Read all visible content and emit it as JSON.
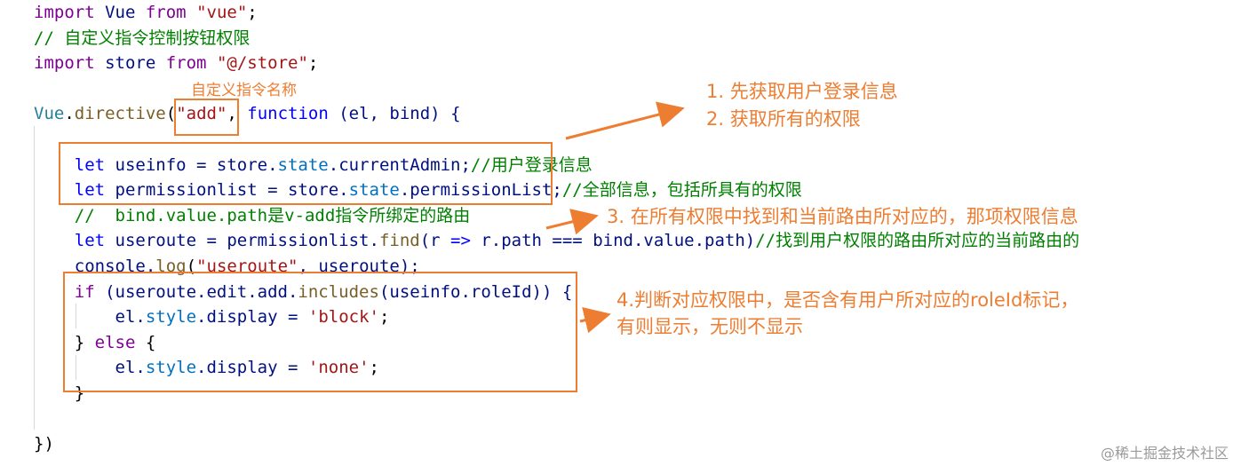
{
  "code": {
    "lines": [
      [
        {
          "t": "import",
          "c": "#7f0094"
        },
        {
          "t": " Vue ",
          "c": "#001080"
        },
        {
          "t": "from",
          "c": "#7f0094"
        },
        {
          "t": " ",
          "c": "#000"
        },
        {
          "t": "\"vue\"",
          "c": "#a31515"
        },
        {
          "t": ";",
          "c": "#000"
        }
      ],
      [
        {
          "t": "// 自定义指令控制按钮权限",
          "c": "#008000"
        }
      ],
      [
        {
          "t": "import",
          "c": "#7f0094"
        },
        {
          "t": " store ",
          "c": "#001080"
        },
        {
          "t": "from",
          "c": "#7f0094"
        },
        {
          "t": " ",
          "c": "#000"
        },
        {
          "t": "\"@/store\"",
          "c": "#a31515"
        },
        {
          "t": ";",
          "c": "#000"
        }
      ],
      [],
      [
        {
          "t": "Vue",
          "c": "#267f99"
        },
        {
          "t": ".",
          "c": "#000"
        },
        {
          "t": "directive",
          "c": "#795e26"
        },
        {
          "t": "(",
          "c": "#000"
        },
        {
          "t": "\"add\"",
          "c": "#a31515"
        },
        {
          "t": ", ",
          "c": "#000"
        },
        {
          "t": "function",
          "c": "#0000ff"
        },
        {
          "t": " (el, bind) {",
          "c": "#001080"
        }
      ],
      [],
      [
        {
          "t": "    let",
          "c": "#0000ff"
        },
        {
          "t": " useinfo = store.",
          "c": "#001080"
        },
        {
          "t": "state",
          "c": "#0070c1"
        },
        {
          "t": ".currentAdmin;",
          "c": "#001080"
        },
        {
          "t": "//用户登录信息",
          "c": "#008000"
        }
      ],
      [
        {
          "t": "    let",
          "c": "#0000ff"
        },
        {
          "t": " permissionlist = store.",
          "c": "#001080"
        },
        {
          "t": "state",
          "c": "#0070c1"
        },
        {
          "t": ".permissionList;",
          "c": "#001080"
        },
        {
          "t": "//全部信息，包括所具有的权限",
          "c": "#008000"
        }
      ],
      [
        {
          "t": "    //  bind.value.path是v-add指令所绑定的路由",
          "c": "#008000"
        }
      ],
      [
        {
          "t": "    let",
          "c": "#0000ff"
        },
        {
          "t": " useroute = permissionlist.",
          "c": "#001080"
        },
        {
          "t": "find",
          "c": "#795e26"
        },
        {
          "t": "(r ",
          "c": "#001080"
        },
        {
          "t": "=>",
          "c": "#0000ff"
        },
        {
          "t": " r.path === bind.value.path)",
          "c": "#001080"
        },
        {
          "t": "//找到用户权限的路由所对应的当前路由的",
          "c": "#008000"
        }
      ],
      [
        {
          "t": "    console.",
          "c": "#001080"
        },
        {
          "t": "log",
          "c": "#795e26"
        },
        {
          "t": "(",
          "c": "#000"
        },
        {
          "t": "\"useroute\"",
          "c": "#a31515"
        },
        {
          "t": ", useroute);",
          "c": "#001080"
        }
      ],
      [
        {
          "t": "    if",
          "c": "#7f0094"
        },
        {
          "t": " (useroute.edit.add.",
          "c": "#001080"
        },
        {
          "t": "includes",
          "c": "#795e26"
        },
        {
          "t": "(useinfo.roleId)) {",
          "c": "#001080"
        }
      ],
      [
        {
          "t": "        el.",
          "c": "#001080"
        },
        {
          "t": "style",
          "c": "#0070c1"
        },
        {
          "t": ".display = ",
          "c": "#001080"
        },
        {
          "t": "'block'",
          "c": "#a31515"
        },
        {
          "t": ";",
          "c": "#000"
        }
      ],
      [
        {
          "t": "    } ",
          "c": "#000"
        },
        {
          "t": "else",
          "c": "#7f0094"
        },
        {
          "t": " {",
          "c": "#000"
        }
      ],
      [
        {
          "t": "        el.",
          "c": "#001080"
        },
        {
          "t": "style",
          "c": "#0070c1"
        },
        {
          "t": ".display = ",
          "c": "#001080"
        },
        {
          "t": "'none'",
          "c": "#a31515"
        },
        {
          "t": ";",
          "c": "#000"
        }
      ],
      [
        {
          "t": "    }",
          "c": "#000"
        }
      ],
      [],
      [
        {
          "t": "})",
          "c": "#000"
        }
      ]
    ]
  },
  "annotations": {
    "directive_name_label": "自定义指令名称",
    "step12_line1": "1. 先获取用户登录信息",
    "step12_line2": "2. 获取所有的权限",
    "step3": "3. 在所有权限中找到和当前路由所对应的，那项权限信息",
    "step4_line1": "4.判断对应权限中，是否含有用户所对应的roleId标记，",
    "step4_line2": "有则显示，无则不显示"
  },
  "watermark": "@稀土掘金技术社区",
  "colors": {
    "accent_orange": "#ed7d31",
    "background": "#ffffff"
  }
}
